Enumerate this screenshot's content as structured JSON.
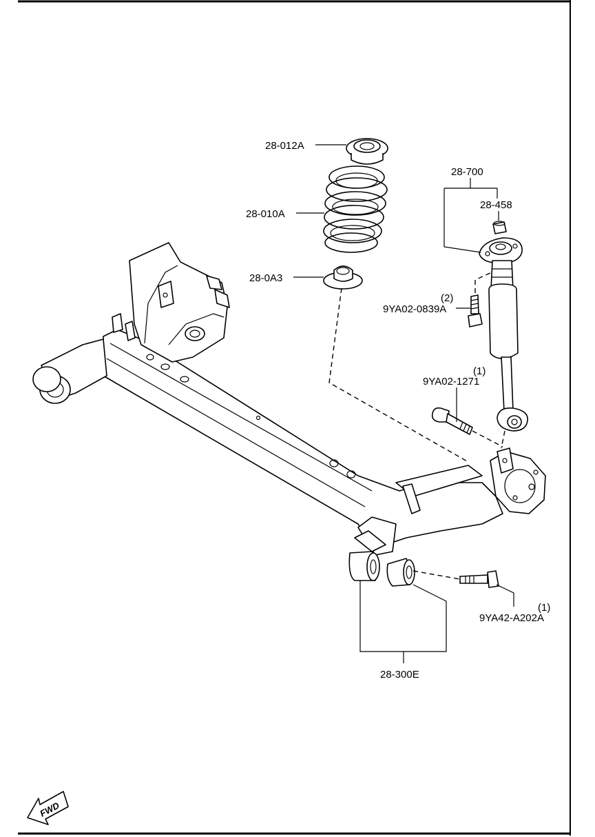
{
  "labels": {
    "spring_seat_upper": "28-012A",
    "coil_spring": "28-010A",
    "spring_seat_lower": "28-0A3",
    "shock_absorber": "28-700",
    "nut": "28-458",
    "bolt_upper_qty": "(2)",
    "bolt_upper": "9YA02-0839A",
    "bolt_lower_qty": "(1)",
    "bolt_lower": "9YA02-1271",
    "bushing_bolt_qty": "(1)",
    "bushing_bolt": "9YA42-A202A",
    "bushing": "28-300E"
  },
  "fwd": "FWD"
}
